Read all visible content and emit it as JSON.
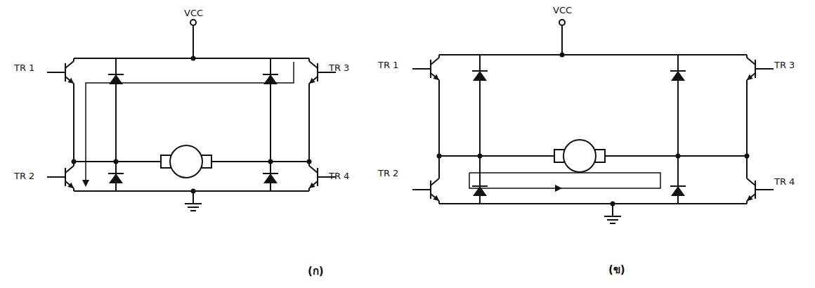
{
  "diagram": {
    "labels": [
      "VCC",
      "TR 1",
      "TR 2",
      "TR 3",
      "TR 4",
      "(ก)",
      "VCC",
      "TR 1",
      "TR 2",
      "TR 3",
      "TR 4",
      "(ข)"
    ]
  }
}
